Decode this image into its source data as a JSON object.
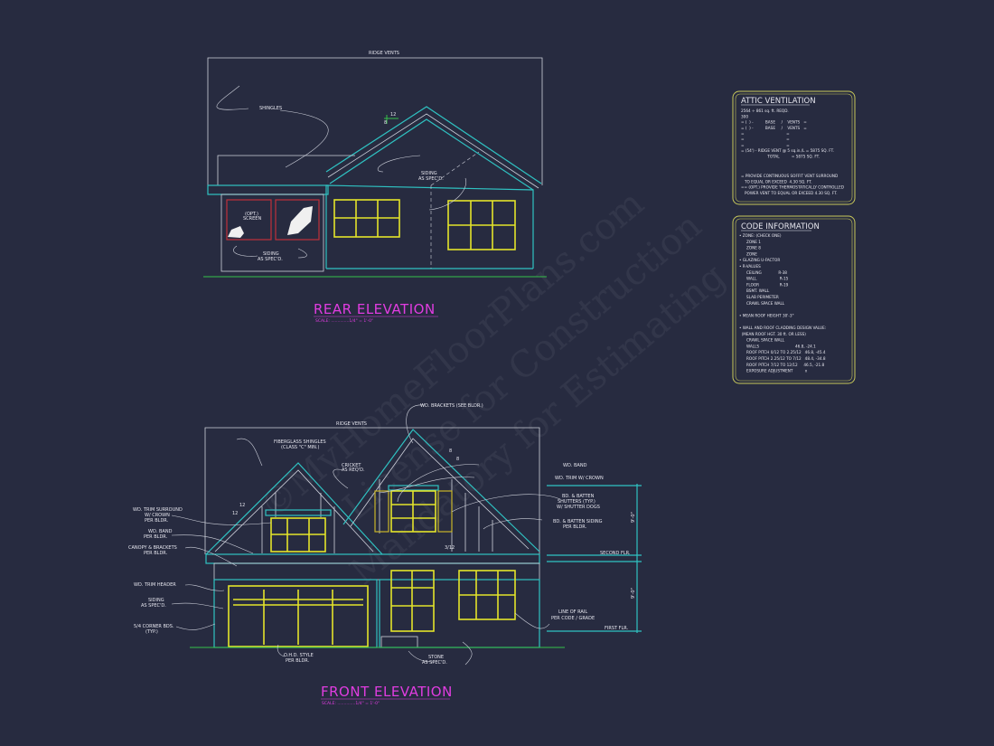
{
  "colors": {
    "background": "#272b40",
    "title": "#e03ce0",
    "trim": "#2fc2c2",
    "windows": "#e4e42a",
    "ground": "#35c04a",
    "boxes": "#c8c85a",
    "screen": "#c0303a"
  },
  "watermark": [
    "©MyHomeFloorPlans.com",
    "License for Construction",
    "Mandatory for Estimating"
  ],
  "rear": {
    "title": "REAR ELEVATION",
    "scale": "SCALE: ..............1/4\" = 1'-0\"",
    "labels": {
      "ridge": "RIDGE VENTS",
      "shingles": "SHINGLES",
      "siding1a": "SIDING",
      "siding1b": "AS SPEC'D.",
      "screen_a": "(OPT.)",
      "screen_b": "SCREEN",
      "siding2a": "SIDING",
      "siding2b": "AS SPEC'D.",
      "pitch_rise": "12",
      "pitch_run": "8"
    }
  },
  "front": {
    "title": "FRONT ELEVATION",
    "scale": "SCALE: ..............1/4\" = 1'-0\"",
    "labels": {
      "ridge": "RIDGE VENTS",
      "shingles_a": "FIBERGLASS SHINGLES",
      "shingles_b": "(CLASS \"C\" MIN.)",
      "cricket_a": "CRICKET",
      "cricket_b": "AS REQ'D.",
      "brackets": "WD. BRACKETS (SEE BLDR.)",
      "band_r": "WD. BAND",
      "trim_crown": "WD. TRIM W/ CROWN",
      "shutters_a": "BD. & BATTEN",
      "shutters_b": "SHUTTERS (TYP.)",
      "shutters_c": "W/ SHUTTER DOGS",
      "bb_siding_a": "BD. & BATTEN SIDING",
      "bb_siding_b": "PER BLDR.",
      "surround_a": "WD. TRIM SURROUND",
      "surround_b": "W/ CROWN",
      "surround_c": "PER BLDR.",
      "band_l_a": "WD. BAND",
      "band_l_b": "PER BLDR.",
      "canopy_a": "CANOPY & BRACKETS",
      "canopy_b": "PER BLDR.",
      "header": "WD. TRIM HEADER",
      "siding_a": "SIDING",
      "siding_b": "AS SPEC'D.",
      "corner_a": "5/4 CORNER BDS.",
      "corner_b": "(TYP.)",
      "ohd_a": "O.H.D. STYLE",
      "ohd_b": "PER BLDR.",
      "stone_a": "STONE",
      "stone_b": "AS SPEC'D.",
      "rail_a": "LINE OF RAIL",
      "rail_b": "PER CODE / GRADE",
      "pitch": "3/12",
      "pitch1": "12",
      "pitch2": "12",
      "pitch3": "8",
      "pitch4": "8",
      "second_flr": "SECOND FLR.",
      "first_flr": "FIRST FLR.",
      "dim_upper": "9'-0\"",
      "dim_lower": "9'-0\""
    }
  },
  "attic": {
    "title": "ATTIC VENTILATION",
    "lines": [
      "2564 ÷ 861 sq. ft. REQD.",
      "300",
      "= (  ) -          BASE     /    VENTS   =",
      "= (  ) -          BASE     /    VENTS   =",
      "=                                   =",
      "=                                   =",
      "=                                   =",
      "= (54') - RIDGE VENT @ 5 sq.in./L = 5875 SQ. FT.",
      "                      TOTAL          = 5875 SQ. FT."
    ],
    "notes": [
      "= PROVIDE CONTINUOUS SOFFIT VENT SURROUND",
      "   TO EQUAL OR EXCEED  4.30 SQ. FT.",
      "== (OPT.) PROVIDE THERMOSTATICALLY CONTROLLED",
      "   POWER VENT TO EQUAL OR EXCEED 4.30 SQ. FT."
    ]
  },
  "code": {
    "title": "CODE INFORMATION",
    "lines": [
      "• ZONE: (CHECK ONE)",
      "      ZONE 1",
      "      ZONE 8",
      "      ZONE",
      "• GLAZING U-FACTOR",
      "• R-VALUES",
      "      CEILING              R-38",
      "      WALL                   R-15",
      "      FLOOR                 R-19",
      "      BSMT. WALL",
      "      SLAB PERIMETER",
      "      CRAWL SPACE WALL",
      "",
      "• MEAN ROOF HEIGHT 30'-3\"",
      "",
      "• WALL AND ROOF CLADDING DESIGN VALUE:",
      "  (MEAN ROOF HGT. 30 ft. OR LESS)",
      "      CRAWL SPACE WALL",
      "      WALLS                              46.8, -24.1",
      "      ROOF PITCH 0/12 TO 2.25/12   46.8, -45.4",
      "      ROOF PITCH 2.25/12 TO 7/12   48.4, -34.8",
      "      ROOF PITCH 7/12 TO 12/12     46.5, -21.8",
      "      EXPOSURE ADJUSTMENT          x"
    ]
  }
}
